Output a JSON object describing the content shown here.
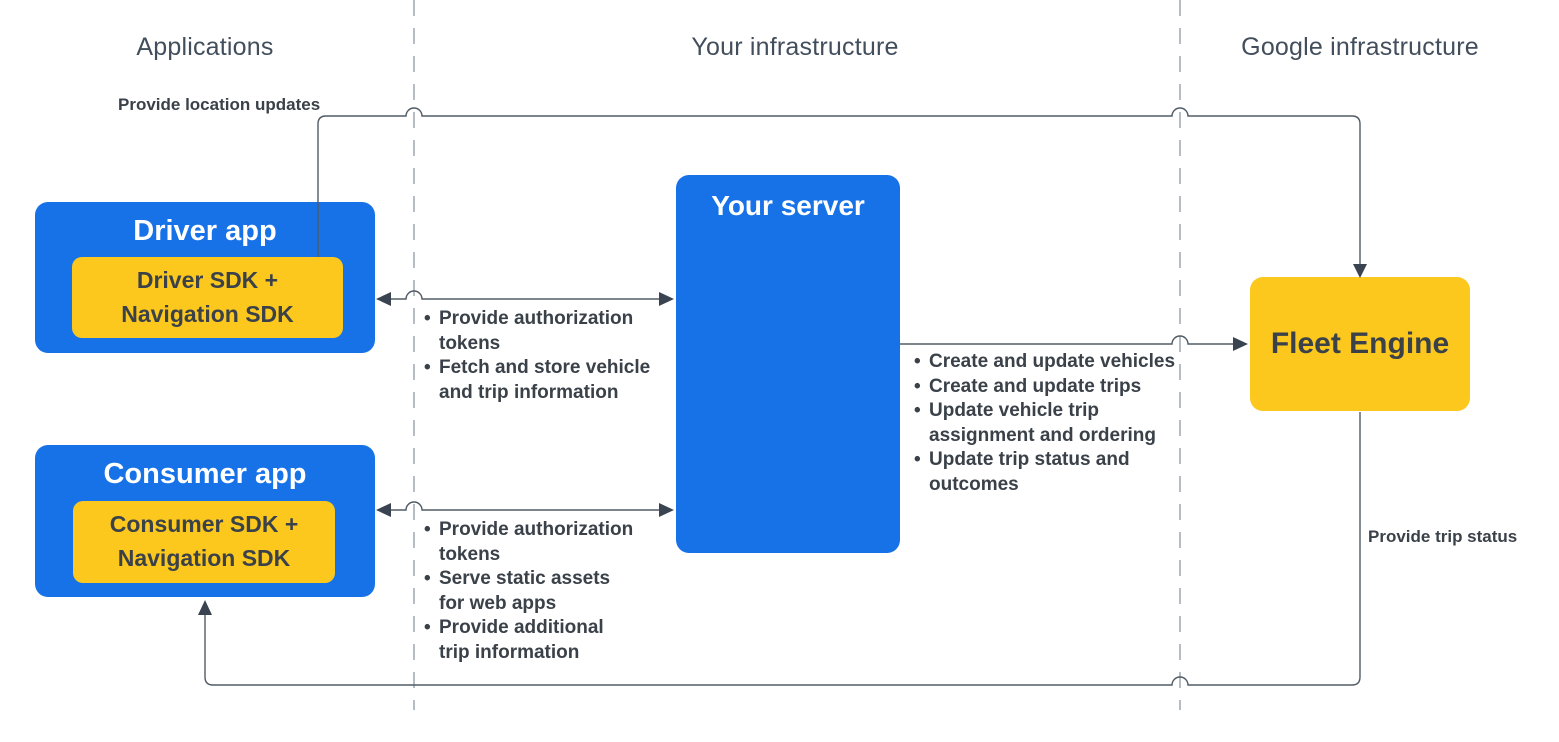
{
  "diagram": {
    "columns": [
      {
        "label": "Applications"
      },
      {
        "label": "Your infrastructure"
      },
      {
        "label": "Google infrastructure"
      }
    ],
    "nodes": {
      "driver_app": {
        "title": "Driver app",
        "sdk": "Driver SDK +\nNavigation SDK"
      },
      "consumer_app": {
        "title": "Consumer app",
        "sdk": "Consumer SDK +\nNavigation SDK"
      },
      "your_server": {
        "title": "Your server"
      },
      "fleet_engine": {
        "title": "Fleet Engine"
      }
    },
    "edge_labels": {
      "provide_location_updates": "Provide location updates",
      "provide_trip_status": "Provide trip status"
    },
    "bullet_lists": {
      "driver_server": [
        "Provide authorization\ntokens",
        "Fetch and store vehicle\nand trip information"
      ],
      "server_fleet": [
        "Create and update vehicles",
        "Create and update trips",
        "Update vehicle trip\nassignment and ordering",
        "Update trip status and\noutcomes"
      ],
      "consumer_server": [
        "Provide authorization\ntokens",
        "Serve static assets\nfor web apps",
        "Provide additional\ntrip information"
      ]
    },
    "colors": {
      "box_blue": "#1772E8",
      "box_yellow": "#FCC81D",
      "dark_text": "#3A4149",
      "header_text": "#424E5C",
      "wire": "#515B66",
      "dashed_divider": "#B6BCC3"
    }
  }
}
